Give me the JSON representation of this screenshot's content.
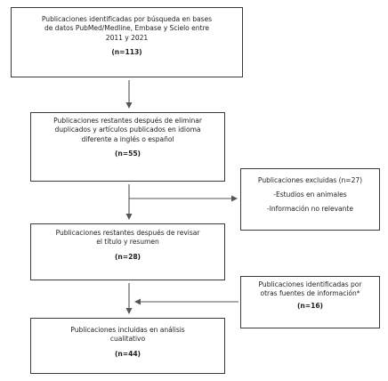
{
  "flowchart": {
    "identified": {
      "lines": [
        "Publicaciones identificadas por búsqueda en bases",
        "de datos PubMed/Medline, Embase y Scielo entre",
        "2011 y 2021"
      ],
      "count": "(n=113)"
    },
    "after_duplicates": {
      "lines": [
        "Publicaciones restantes después de eliminar",
        "duplicados y artículos publicados en idioma",
        "diferente a inglés o español"
      ],
      "count": "(n=55)"
    },
    "excluded": {
      "title": "Publicaciones excluidas (n=27)",
      "items": [
        "-Estudios en animales",
        "-Información no relevante"
      ]
    },
    "after_screening": {
      "lines": [
        "Publicaciones restantes después de revisar",
        "el título y resumen"
      ],
      "count": "(n=28)"
    },
    "other_sources": {
      "lines": [
        "Publicaciones identificadas por",
        "otras fuentes de información*"
      ],
      "count": "(n=16)"
    },
    "included": {
      "lines": [
        "Publicaciones incluidas en análisis",
        "cualitativo"
      ],
      "count": "(n=44)"
    }
  },
  "colors": {
    "border": "#3a3a3a",
    "arrow": "#555555",
    "text": "#1f1f1f"
  }
}
